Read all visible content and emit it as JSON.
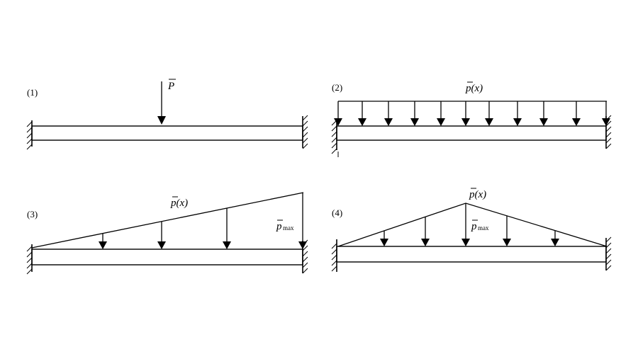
{
  "cases": [
    {
      "label": "(1)",
      "load_label": "P"
    },
    {
      "label": "(2)",
      "load_label": "p(x)"
    },
    {
      "label": "(3)",
      "load_label": "p(x)",
      "max_label": "p",
      "max_sub": "max"
    },
    {
      "label": "(4)",
      "load_label": "p(x)",
      "max_label": "p",
      "max_sub": "max"
    }
  ]
}
